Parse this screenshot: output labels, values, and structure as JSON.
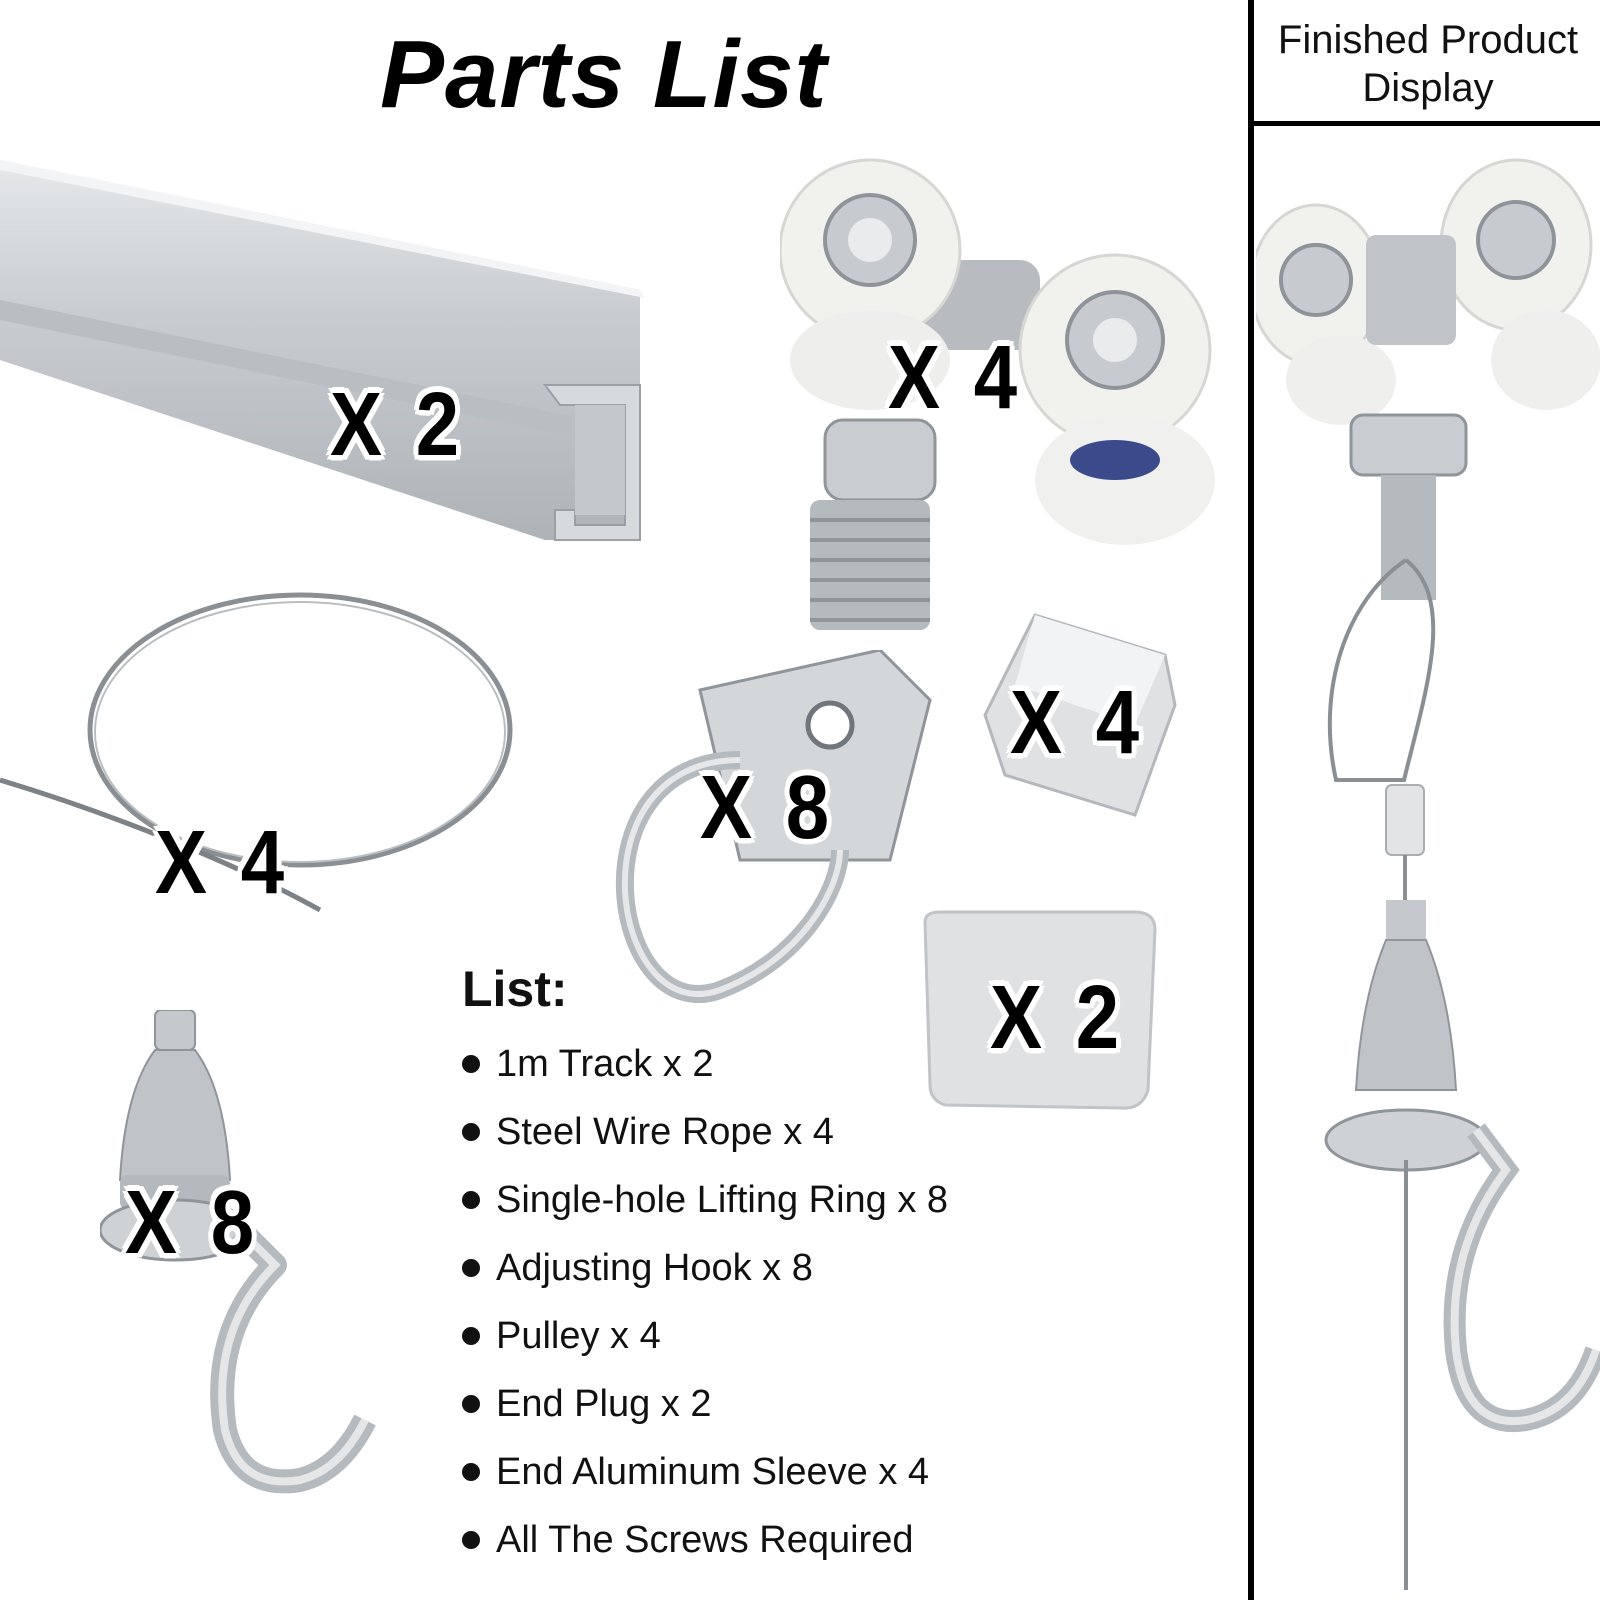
{
  "title": "Parts List",
  "side_panel": {
    "heading_line1": "Finished Product",
    "heading_line2": "Display"
  },
  "quantities": {
    "track": "X 2",
    "pulley": "X 4",
    "wire": "X 4",
    "ring": "X 8",
    "sleeve": "X 4",
    "plug": "X 2",
    "hook": "X 8"
  },
  "list": {
    "heading": "List:",
    "items": [
      "1m Track x 2",
      "Steel Wire Rope x 4",
      "Single-hole Lifting Ring x 8",
      "Adjusting Hook x 8",
      "Pulley x 4",
      "End Plug x 2",
      "End Aluminum Sleeve x 4",
      "All The Screws Required"
    ]
  },
  "icons": [
    "aluminum-track",
    "pulley-wheel-assembly",
    "steel-wire-coil",
    "d-ring-hanger",
    "aluminum-sleeve",
    "end-plug",
    "adjusting-hook",
    "assembled-hanging-system"
  ]
}
